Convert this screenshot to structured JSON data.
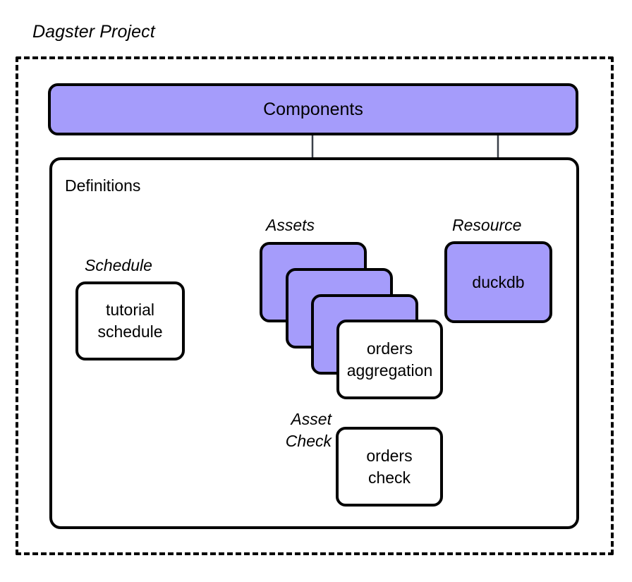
{
  "diagram": {
    "title": "Dagster Project",
    "colors": {
      "node_purple": "#a59cfb",
      "node_white": "#ffffff",
      "stroke": "#000000",
      "arrow": "#3a4049",
      "dashed_link": "#3a4049"
    }
  },
  "components": {
    "label": "Components"
  },
  "definitions": {
    "label": "Definitions"
  },
  "captions": {
    "schedule": "Schedule",
    "assets": "Assets",
    "resource": "Resource",
    "asset_check": "Asset Check"
  },
  "nodes": {
    "schedule": {
      "name": "tutorial schedule",
      "line1": "tutorial",
      "line2": "schedule"
    },
    "asset_stack": [
      {
        "name": "asset-card-back"
      },
      {
        "name": "asset-card-middle"
      },
      {
        "name": "asset-card-front"
      }
    ],
    "orders_aggregation": {
      "name": "orders aggregation",
      "line1": "orders",
      "line2": "aggregation"
    },
    "orders_check": {
      "name": "orders check",
      "line1": "orders",
      "line2": "check"
    },
    "duckdb": {
      "name": "duckdb",
      "line1": "duckdb"
    }
  },
  "edges": [
    {
      "from": "Components",
      "to": "Assets",
      "style": "solid-arrow"
    },
    {
      "from": "Components",
      "to": "Resource",
      "style": "solid-arrow"
    },
    {
      "from": "tutorial schedule",
      "to": "Assets",
      "style": "solid-arrow"
    },
    {
      "from": "asset-card-back",
      "to": "duckdb",
      "style": "dashed"
    },
    {
      "from": "asset-card-middle",
      "to": "duckdb",
      "style": "dashed"
    },
    {
      "from": "asset-card-front",
      "to": "duckdb",
      "style": "dashed"
    },
    {
      "from": "orders aggregation",
      "to": "duckdb",
      "style": "dashed"
    },
    {
      "from": "orders aggregation",
      "to": "orders check",
      "style": "dashed"
    },
    {
      "from": "duckdb",
      "to": "orders check",
      "style": "dashed"
    }
  ]
}
